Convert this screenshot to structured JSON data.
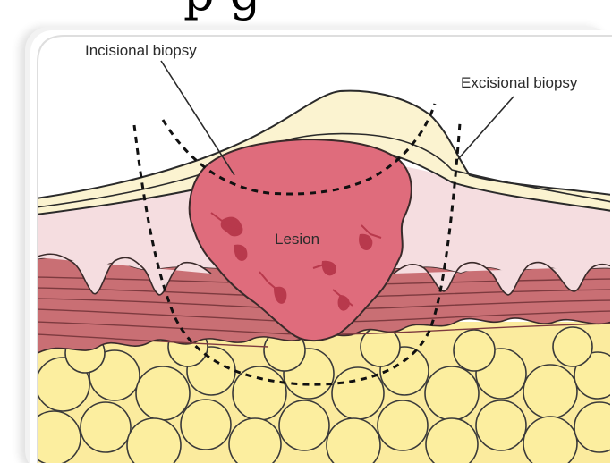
{
  "page": {
    "title_fragment": "p g"
  },
  "diagram": {
    "labels": {
      "incisional_biopsy": "Incisional biopsy",
      "excisional_biopsy": "Excisional biopsy",
      "lesion": "Lesion"
    },
    "colors": {
      "epidermis": "#fbf3d0",
      "dermis": "#f5dde0",
      "muscle": "#c96f74",
      "muscle_lines": "#7d3a3f",
      "lesion": "#df6c7c",
      "lesion_veins": "#b8394c",
      "fat": "#fbeb9e",
      "outline": "#2a2a2a"
    }
  }
}
